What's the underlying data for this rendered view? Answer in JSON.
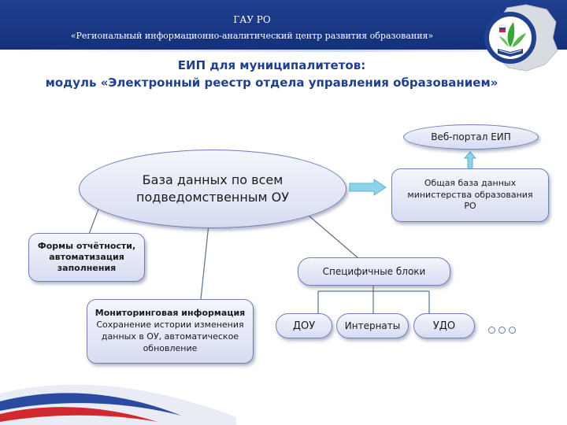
{
  "header": {
    "org_short": "ГАУ РО",
    "org_full": "«Региональный информационно-аналитический центр развития образования»"
  },
  "title": {
    "line1": "ЕИП для муниципалитетов:",
    "line2": "модуль «Электронный реестр отдела управления образованием»"
  },
  "nodes": {
    "web_portal": "Веб-портал ЕИП",
    "database_line1": "База данных по всем",
    "database_line2": "подведомственным ОУ",
    "ministry_line1": "Общая база данных",
    "ministry_line2": "министерства образования",
    "ministry_line3": "РО",
    "reports_line1": "Формы отчётности,",
    "reports_line2": "автоматизация",
    "reports_line3": "заполнения",
    "monitoring_title": "Мониторинговая информация",
    "monitoring_line1": "Сохранение истории изменения",
    "monitoring_line2": "данных в ОУ, автоматическое",
    "monitoring_line3": "обновление",
    "specific_blocks": "Специфичные блоки",
    "dou": "ДОУ",
    "internaty": "Интернаты",
    "udo": "УДО"
  },
  "colors": {
    "header_blue": "#1f3f8f",
    "title_blue": "#1f3f8f",
    "node_border": "#6f7fb8",
    "arrow_cyan": "#8fd3ea",
    "swoosh_blue": "#2a49a0",
    "swoosh_red": "#d0282f"
  },
  "icons": [
    "emblem-logo",
    "more-dots-icon",
    "up-arrow-icon",
    "right-arrow-icon"
  ]
}
